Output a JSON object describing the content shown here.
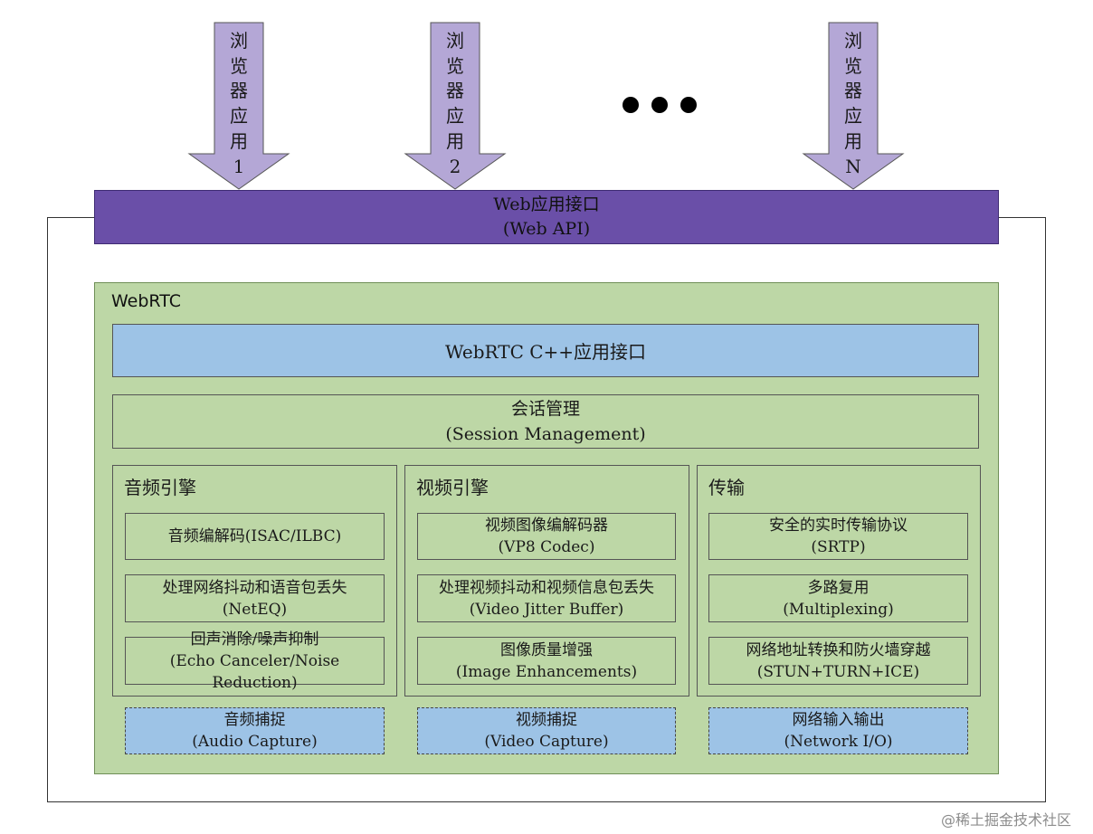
{
  "arrows": [
    {
      "text": "浏\n览\n器\n应\n用\n1"
    },
    {
      "text": "浏\n览\n器\n应\n用\n2"
    },
    {
      "text": "浏\n览\n器\n应\n用\nN"
    }
  ],
  "colors": {
    "arrow_fill": "#b4a7d6",
    "web_api_fill": "#6a4fa8",
    "green_fill": "#bdd7a6",
    "blue_fill": "#9dc3e6"
  },
  "web_api": {
    "line1": "Web应用接口",
    "line2": "(Web API)"
  },
  "webrtc": {
    "label": "WebRTC",
    "cpp_api": "WebRTC C++应用接口",
    "session": {
      "line1": "会话管理",
      "line2": "(Session Management)"
    },
    "engines": [
      {
        "title": "音频引擎",
        "items": [
          {
            "line1": "音频编解码(ISAC/ILBC)",
            "line2": ""
          },
          {
            "line1": "处理网络抖动和语音包丢失",
            "line2": "(NetEQ)"
          },
          {
            "line1": "回声消除/噪声抑制",
            "line2": "(Echo Canceler/Noise Reduction)"
          }
        ]
      },
      {
        "title": "视频引擎",
        "items": [
          {
            "line1": "视频图像编解码器",
            "line2": "(VP8 Codec)"
          },
          {
            "line1": "处理视频抖动和视频信息包丢失",
            "line2": "(Video Jitter Buffer)"
          },
          {
            "line1": "图像质量增强",
            "line2": "(Image Enhancements)"
          }
        ]
      },
      {
        "title": "传输",
        "items": [
          {
            "line1": "安全的实时传输协议",
            "line2": "(SRTP)"
          },
          {
            "line1": "多路复用",
            "line2": "(Multiplexing)"
          },
          {
            "line1": "网络地址转换和防火墙穿越",
            "line2": "(STUN+TURN+ICE)"
          }
        ]
      }
    ],
    "captures": [
      {
        "line1": "音频捕捉",
        "line2": "(Audio Capture)"
      },
      {
        "line1": "视频捕捉",
        "line2": "(Video Capture)"
      },
      {
        "line1": "网络输入输出",
        "line2": "(Network I/O)"
      }
    ]
  },
  "watermark": "@稀土掘金技术社区"
}
